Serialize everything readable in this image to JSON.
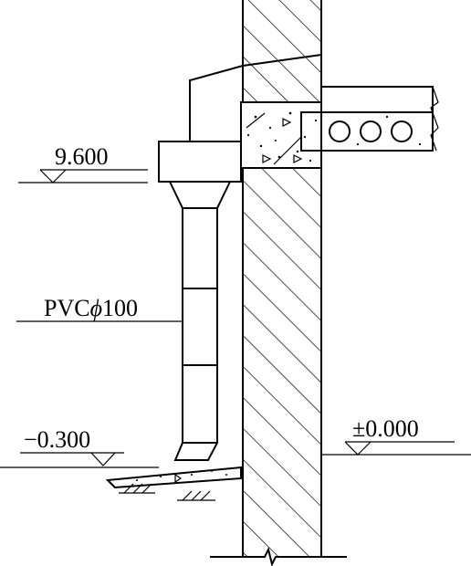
{
  "labels": {
    "elev_top": "9.600",
    "pipe": "PVC",
    "pipe_symbol": "ϕ",
    "pipe_size": "100",
    "elev_outdoor": "−0.300",
    "elev_floor": "±0.000"
  },
  "colors": {
    "ink": "#000000",
    "paper": "#ffffff"
  }
}
